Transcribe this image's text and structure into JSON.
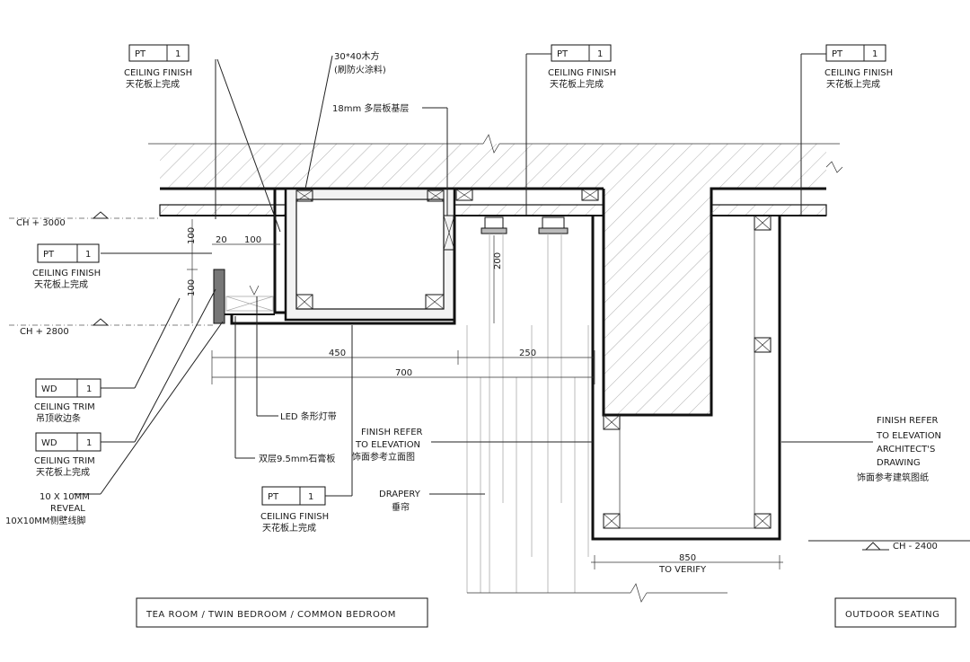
{
  "labels": {
    "tag_pt": "PT",
    "tag_wd": "WD",
    "tag_num": "1",
    "ceiling_finish_en": "CEILING FINISH",
    "ceiling_finish_cn": "天花板上完成",
    "ceiling_trim_en": "CEILING TRIM",
    "ceiling_trim_cn1": "吊顶收边条",
    "ceiling_trim_cn2": "天花板上完成",
    "wood_member": "30*40木方",
    "fireproof": "(刷防火涂料)",
    "plywood": "18mm 多层板基层",
    "ch_3000": "CH + 3000",
    "ch_2800": "CH + 2800",
    "ch_2400": "CH - 2400",
    "led": "LED 条形灯带",
    "gypsum": "双层9.5mm石膏板",
    "reveal_1": "10 X 10MM",
    "reveal_2": "REVEAL",
    "reveal_cn": "10X10MM侧壁线脚",
    "finish_refer_1": "FINISH REFER",
    "finish_refer_2": "TO ELEVATION",
    "finish_refer_cn": "饰面参考立面图",
    "drapery_en": "DRAPERY",
    "drapery_cn": "垂帘",
    "arch_1": "FINISH REFER",
    "arch_2": "TO ELEVATION",
    "arch_3": "ARCHITECT'S",
    "arch_4": "DRAWING",
    "arch_cn": "饰面参考建筑图纸",
    "to_verify": "TO VERIFY",
    "room_left": "TEA ROOM / TWIN BEDROOM / COMMON BEDROOM",
    "room_right": "OUTDOOR SEATING"
  },
  "dims": {
    "d100a": "100",
    "d100b": "100",
    "d20": "20",
    "d100c": "100",
    "d200": "200",
    "d450": "450",
    "d250": "250",
    "d700": "700",
    "d850": "850"
  }
}
